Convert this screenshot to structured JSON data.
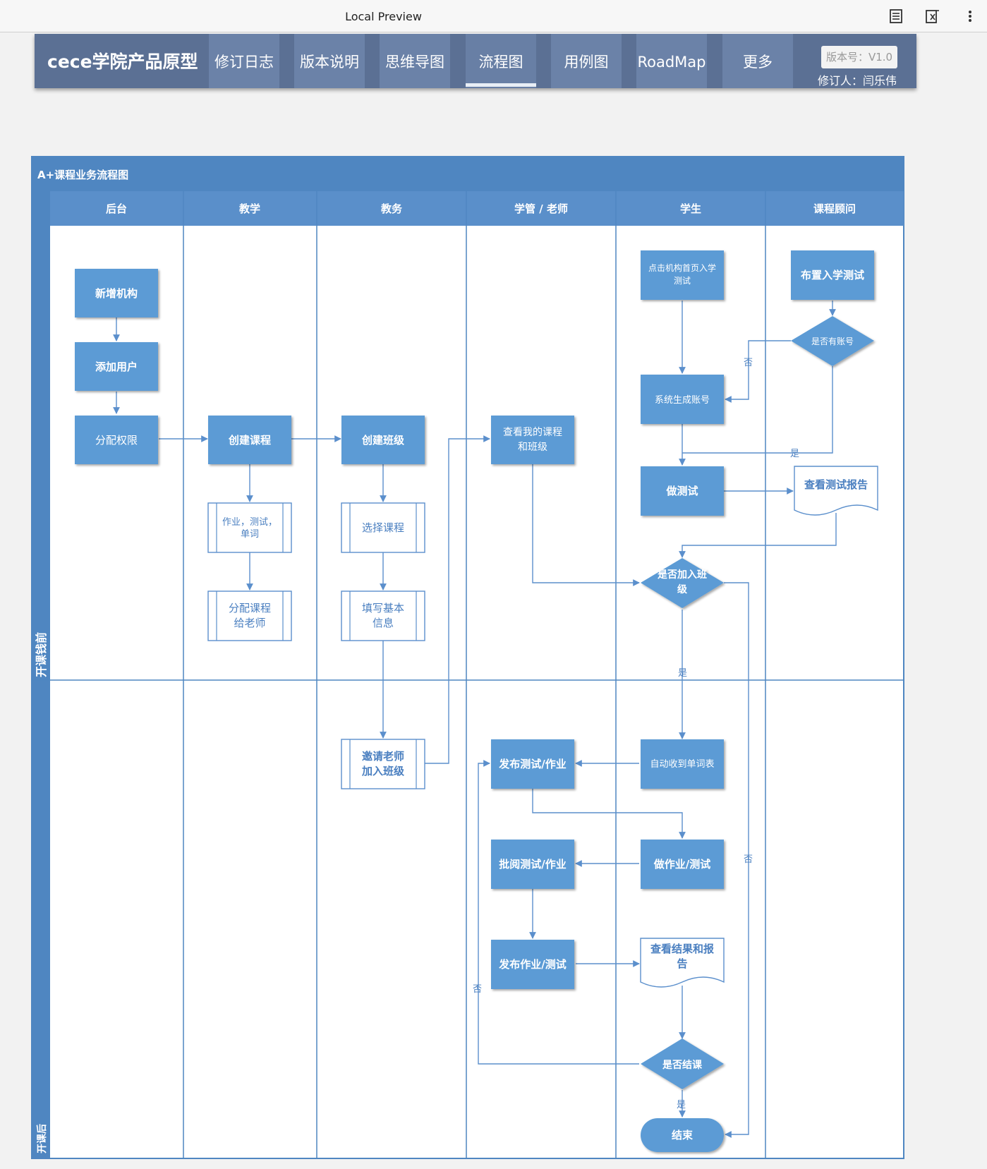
{
  "window": {
    "title": "Local Preview",
    "icons": [
      "reader-icon",
      "formula-icon",
      "more-vert-icon"
    ]
  },
  "header": {
    "brand": "cece学院产品原型",
    "tabs": [
      {
        "label": "修订日志",
        "active": false
      },
      {
        "label": "版本说明",
        "active": false
      },
      {
        "label": "思维导图",
        "active": false
      },
      {
        "label": "流程图",
        "active": true
      },
      {
        "label": "用例图",
        "active": false
      },
      {
        "label": "RoadMap",
        "active": false
      },
      {
        "label": "更多",
        "active": false
      }
    ],
    "version": "版本号：V1.0",
    "editor": "修订人：闫乐伟"
  },
  "diagram": {
    "title": "A+课程业务流程图",
    "lanes": [
      "后台",
      "教学",
      "教务",
      "学管 / 老师",
      "学生",
      "课程顾问"
    ],
    "phases": [
      "开课钱前",
      "开课后"
    ],
    "nodes": {
      "add_org": "新增机构",
      "add_user": "添加用户",
      "assign_perm": "分配权限",
      "create_course": "创建课程",
      "hw_test_words_1": "作业，测试，",
      "hw_test_words_2": "单词",
      "assign_course_1": "分配课程",
      "assign_course_2": "给老师",
      "create_class": "创建班级",
      "choose_course": "选择课程",
      "fill_info_1": "填写基本",
      "fill_info_2": "信息",
      "invite_teacher_1": "邀请老师",
      "invite_teacher_2": "加入班级",
      "view_my_course_1": "查看我的课程",
      "view_my_course_2": "和班级",
      "publish_test_hw": "发布测试/作业",
      "review_test_hw": "批阅测试/作业",
      "publish_hw_test": "发布作业/测试",
      "click_entrance_test_1": "点击机构首页入学",
      "click_entrance_test_2": "测试",
      "gen_account": "系统生成账号",
      "do_test": "做测试",
      "join_class_1": "是否加入班",
      "join_class_2": "级",
      "auto_wordlist": "自动收到单词表",
      "do_hw_test": "做作业/测试",
      "view_result_1": "查看结果和报",
      "view_result_2": "告",
      "course_end_q": "是否结课",
      "end": "结束",
      "arrange_test": "布置入学测试",
      "has_account_q": "是否有账号",
      "view_test_report": "查看测试报告"
    },
    "labels": {
      "no": "否",
      "yes": "是"
    }
  },
  "colors": {
    "nav_bg": "#5b7094",
    "node_fill": "#5b9bd5",
    "lane_header": "#4f86c1",
    "line": "#5b8fcc"
  }
}
